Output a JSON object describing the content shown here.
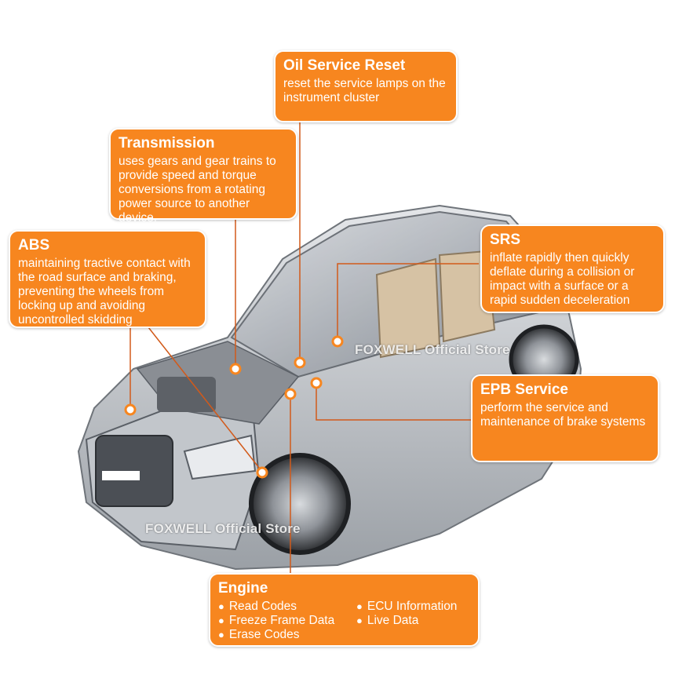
{
  "watermarks": [
    "FOXWELL Official Store",
    "FOXWELL Official Store"
  ],
  "oil": {
    "title": "Oil Service Reset",
    "desc": "reset the service lamps on the instrument cluster"
  },
  "transmission": {
    "title": "Transmission",
    "desc": "uses gears and gear trains to provide speed and torque conversions from a rotating power source to another device."
  },
  "abs": {
    "title": "ABS",
    "desc": "maintaining tractive contact with the road surface and braking, preventing the wheels from locking up and avoiding uncontrolled skidding"
  },
  "srs": {
    "title": "SRS",
    "desc": "inflate rapidly then quickly deflate during a collision or impact with a surface or a rapid sudden deceleration"
  },
  "epb": {
    "title": "EPB Service",
    "desc": "perform the service and maintenance of brake systems"
  },
  "engine": {
    "title": "Engine",
    "items": [
      "Read Codes",
      "ECU Information",
      "Freeze Frame Data",
      "Live Data",
      "Erase Codes"
    ]
  },
  "colors": {
    "accent": "#f7861f",
    "line": "#d25a1a",
    "car_body": "#a9adb3"
  }
}
